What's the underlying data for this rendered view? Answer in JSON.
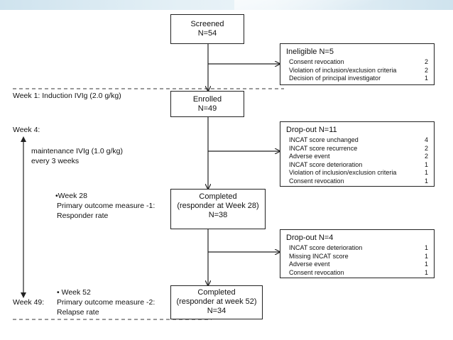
{
  "screened": {
    "title": "Screened",
    "n": "N=54"
  },
  "ineligible": {
    "title": "Ineligible N=5",
    "rows": [
      {
        "label": "Consent revocation",
        "count": "2"
      },
      {
        "label": "Violation of inclusion/exclusion criteria",
        "count": "2"
      },
      {
        "label": "Decision of principal investigator",
        "count": "1"
      }
    ]
  },
  "enrolled": {
    "title": "Enrolled",
    "n": "N=49"
  },
  "dropout1": {
    "title": "Drop-out N=11",
    "rows": [
      {
        "label": "INCAT score unchanged",
        "count": "4"
      },
      {
        "label": "INCAT score recurrence",
        "count": "2"
      },
      {
        "label": "Adverse event",
        "count": "2"
      },
      {
        "label": "INCAT score deterioration",
        "count": "1"
      },
      {
        "label": "Violation of inclusion/exclusion criteria",
        "count": "1"
      },
      {
        "label": "Consent revocation",
        "count": "1"
      }
    ]
  },
  "completed1": {
    "line1": "Completed",
    "line2": "(responder at Week 28)",
    "n": "N=38"
  },
  "dropout2": {
    "title": "Drop-out N=4",
    "rows": [
      {
        "label": "INCAT score deterioration",
        "count": "1"
      },
      {
        "label": "Missing INCAT score",
        "count": "1"
      },
      {
        "label": "Adverse event",
        "count": "1"
      },
      {
        "label": "Consent revocation",
        "count": "1"
      }
    ]
  },
  "completed2": {
    "line1": "Completed",
    "line2": "(responder at week 52)",
    "n": "N=34"
  },
  "left": {
    "week1": "Week 1: Induction IVIg (2.0 g/kg)",
    "week4": "Week 4:",
    "maint1": "maintenance IVIg (1.0 g/kg)",
    "maint2": "every 3 weeks",
    "w28": "•Week 28",
    "pom1": "Primary outcome measure -1:",
    "resp": "Responder rate",
    "w52": "• Week 52",
    "week49": "Week 49:",
    "pom2": "Primary outcome measure -2:",
    "relapse": "Relapse rate"
  }
}
